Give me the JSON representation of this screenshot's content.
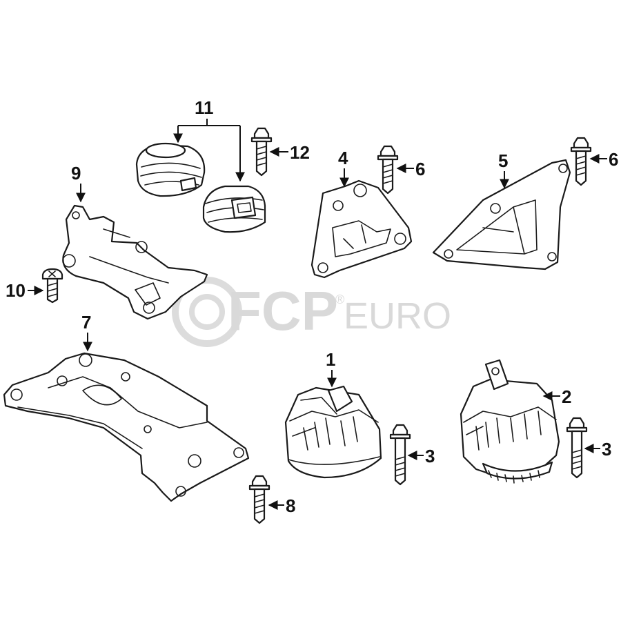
{
  "watermark": {
    "brand": "FCP",
    "suffix": "EURO",
    "registered": "®"
  },
  "callouts": {
    "c1": "1",
    "c2": "2",
    "c3a": "3",
    "c3b": "3",
    "c4": "4",
    "c5": "5",
    "c6a": "6",
    "c6b": "6",
    "c7": "7",
    "c8": "8",
    "c9": "9",
    "c10": "10",
    "c11": "11",
    "c12": "12"
  }
}
